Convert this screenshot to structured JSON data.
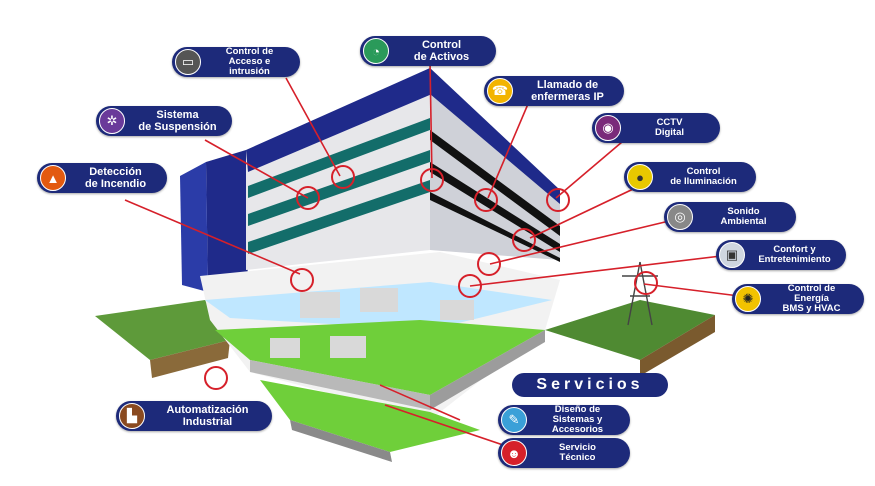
{
  "labels": {
    "acceso": {
      "line1": "Control de",
      "line2": "Acceso e",
      "line3": "intrusión",
      "icon": "card-reader-icon"
    },
    "activos": {
      "line1": "Control",
      "line2": "de Activos",
      "icon": "gauge-icon"
    },
    "enfermeras": {
      "line1": "Llamado de",
      "line2": "enfermeras IP",
      "icon": "nurse-call-icon"
    },
    "cctv": {
      "line1": "CCTV",
      "line2": "Digital",
      "icon": "camera-icon"
    },
    "iluminacion": {
      "line1": "Control",
      "line2": "de Iluminación",
      "icon": "light-bulb-icon"
    },
    "sonido": {
      "line1": "Sonido",
      "line2": "Ambiental",
      "icon": "speaker-icon"
    },
    "confort": {
      "line1": "Confort y",
      "line2": "Entretenimiento",
      "icon": "projector-icon"
    },
    "energia": {
      "line1": "Control de",
      "line2": "Energía",
      "line3": "BMS y HVAC",
      "icon": "radiation-icon"
    },
    "suspension": {
      "line1": "Sistema",
      "line2": "de Suspensión",
      "icon": "compass-icon"
    },
    "incendio": {
      "line1": "Detección",
      "line2": "de Incendio",
      "icon": "fire-icon"
    },
    "automatizacion": {
      "line1": "Automatización",
      "line2": "Industrial",
      "icon": "factory-icon"
    },
    "diseno": {
      "line1": "Diseño de",
      "line2": "Sistemas y",
      "line3": "Accesorios",
      "icon": "design-icon"
    },
    "tecnico": {
      "line1": "Servicio",
      "line2": "Técnico",
      "icon": "technician-icon"
    }
  },
  "section": {
    "servicios": "Servicios"
  },
  "colors": {
    "pill": "#1d2a7a",
    "connector": "#d6202a",
    "grass": "#6fcf3a",
    "building_blue": "#1e2c8c"
  }
}
